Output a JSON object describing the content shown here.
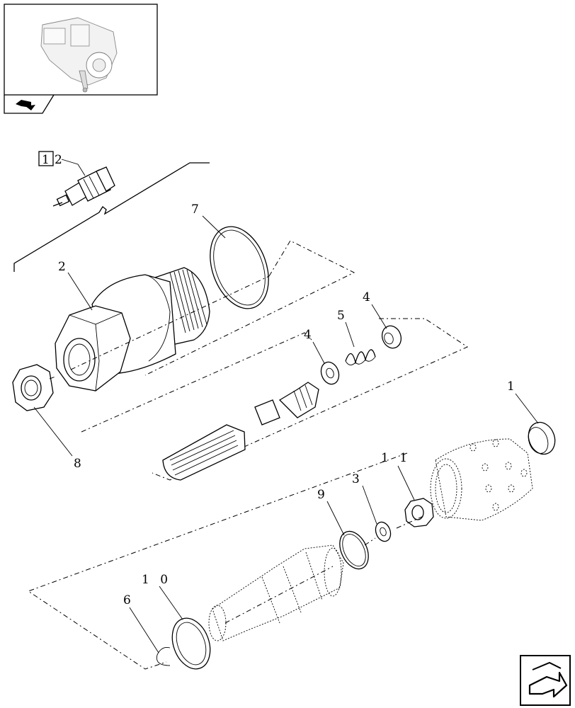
{
  "callouts": {
    "ref_box": "1",
    "ref_tail": "2",
    "c7": "7",
    "c2": "2",
    "c4a": "4",
    "c5": "5",
    "c4b": "4",
    "c8": "8",
    "c1": "1",
    "c11": "1 1",
    "c3": "3",
    "c9": "9",
    "c10": "1 0",
    "c6": "6"
  },
  "icons": {
    "thumbnail": "hydraulic-pump-thumbnail",
    "tab": "book-arrow-icon",
    "nav": "next-page-arrow-icon"
  },
  "colors": {
    "line": "#000000",
    "background": "#ffffff"
  }
}
